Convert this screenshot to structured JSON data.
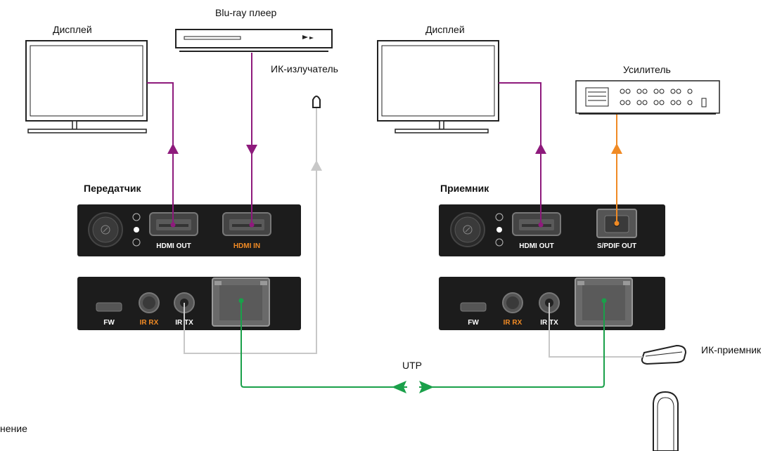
{
  "labels": {
    "display_left": "Дисплей",
    "bluray": "Blu-ray плеер",
    "ir_emitter": "ИК-излучатель",
    "display_right": "Дисплей",
    "amplifier": "Усилитель",
    "transmitter": "Передатчик",
    "receiver": "Приемник",
    "ir_receiver": "ИК-приемник",
    "utp": "UTP",
    "partial_text": "нение"
  },
  "transmitter": {
    "hdmi_out": "HDMI OUT",
    "hdmi_in": "HDMI IN",
    "fw": "FW",
    "ir_rx": "IR RX",
    "ir_tx": "IR TX"
  },
  "receiver": {
    "hdmi_out": "HDMI OUT",
    "spdif_out": "S/PDIF OUT",
    "fw": "FW",
    "ir_rx": "IR RX",
    "ir_tx": "IR TX"
  },
  "colors": {
    "hdmi": "#8e1a7c",
    "audio": "#f08a24",
    "ir": "#c8c8c8",
    "utp": "#1aa04a",
    "device": "#1c1c1c",
    "accent_label": "#f08a24"
  }
}
